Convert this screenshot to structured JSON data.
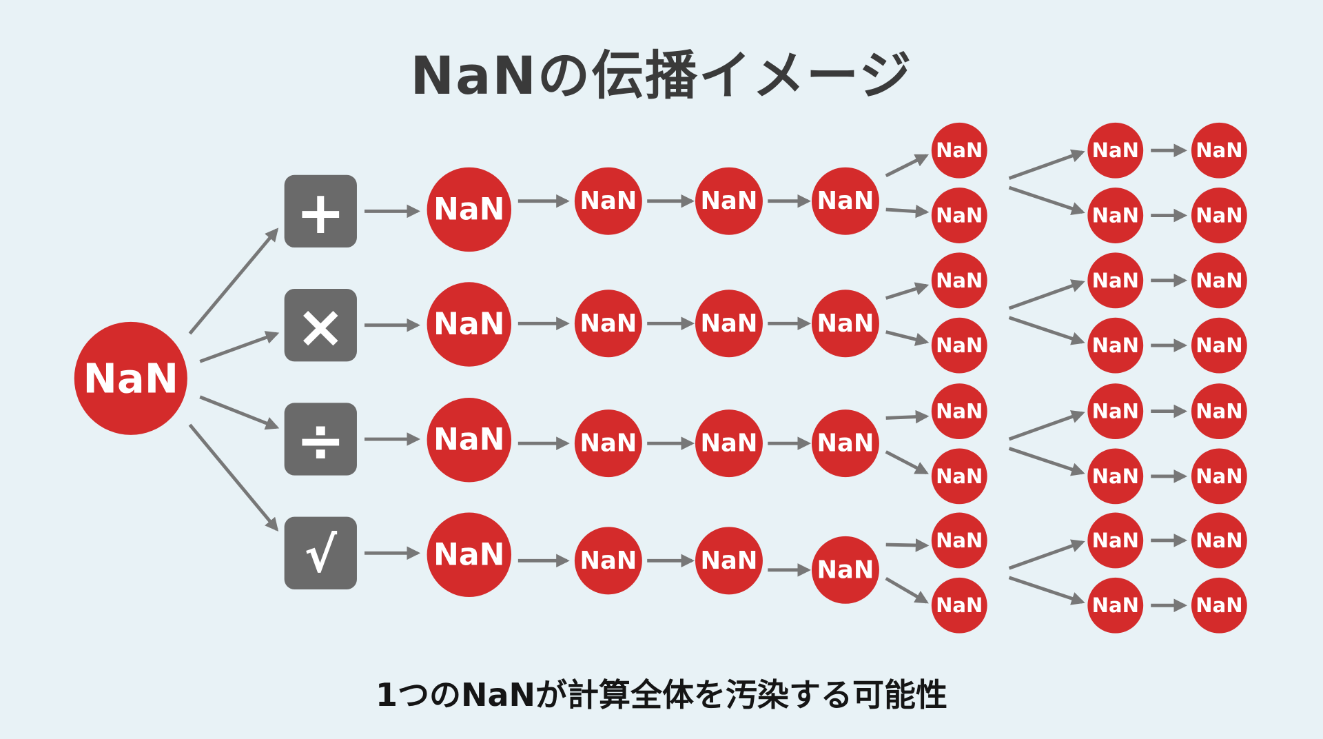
{
  "title": "NaNの伝播イメージ",
  "subtitle": "1つのNaNが計算全体を汚染する可能性",
  "source_label": "NaN",
  "node_label": "NaN",
  "operators": [
    {
      "name": "plus",
      "symbol": "+"
    },
    {
      "name": "multiply",
      "symbol": "×"
    },
    {
      "name": "divide",
      "symbol": "÷"
    },
    {
      "name": "sqrt",
      "symbol": "√"
    }
  ],
  "colors": {
    "nan_red": "#d42b2b",
    "operator_gray": "#6a6a6a",
    "arrow_gray": "#777777",
    "background": "#e8f2f6"
  }
}
